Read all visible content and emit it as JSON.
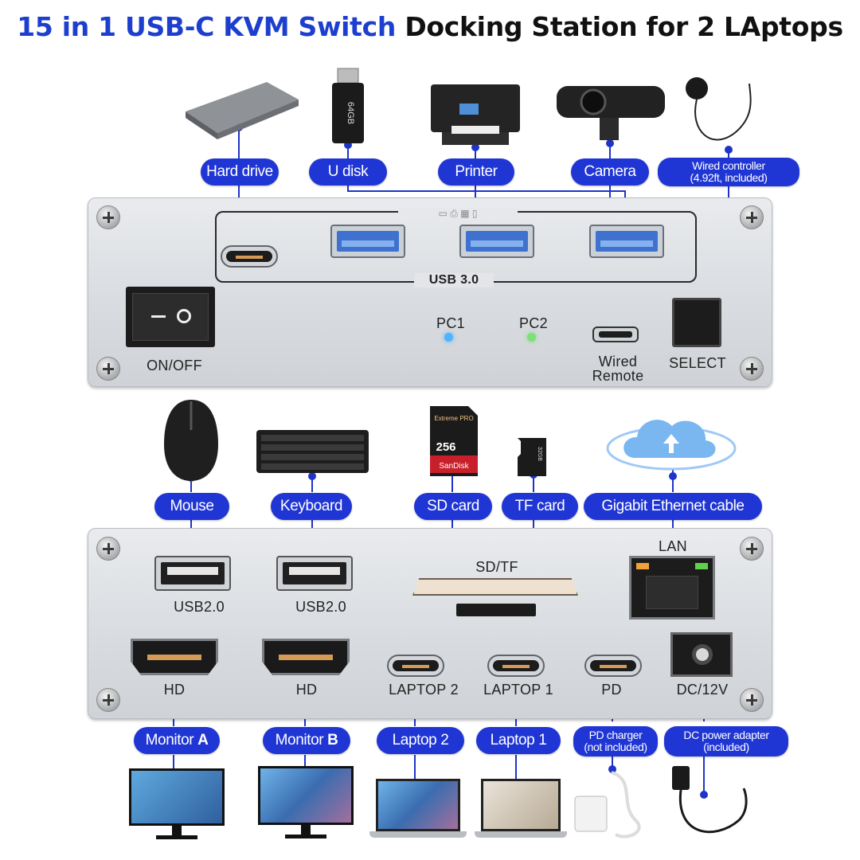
{
  "title": {
    "part1": "15 in 1 USB-C KVM Switch",
    "part2": "Docking Station for 2 LAptops"
  },
  "top_labels": {
    "hard_drive": "Hard drive",
    "u_disk": "U disk",
    "printer": "Printer",
    "camera": "Camera",
    "wired_controller_line1": "Wired controller",
    "wired_controller_line2": "(4.92ft, included)"
  },
  "top_panel": {
    "usb_group": "USB 3.0",
    "on_off": "ON/OFF",
    "pc1": "PC1",
    "pc2": "PC2",
    "wired_remote_line1": "Wired",
    "wired_remote_line2": "Remote",
    "select": "SELECT"
  },
  "middle_labels": {
    "mouse": "Mouse",
    "keyboard": "Keyboard",
    "sd_card": "SD card",
    "tf_card": "TF card",
    "ethernet": "Gigabit Ethernet cable"
  },
  "bottom_panel": {
    "usb2_1": "USB2.0",
    "usb2_2": "USB2.0",
    "sdtf": "SD/TF",
    "lan": "LAN",
    "hd_1": "HD",
    "hd_2": "HD",
    "laptop2_port": "LAPTOP 2",
    "laptop1_port": "LAPTOP 1",
    "pd_port": "PD",
    "dc_port": "DC/12V"
  },
  "bottom_labels": {
    "monitor_a": "Monitor",
    "monitor_a_letter": "A",
    "monitor_b": "Monitor",
    "monitor_b_letter": "B",
    "laptop2": "Laptop 2",
    "laptop1": "Laptop 1",
    "pd_charger_line1": "PD charger",
    "pd_charger_line2": "(not included)",
    "dc_adapter_line1": "DC power adapter",
    "dc_adapter_line2": "(included)"
  },
  "device_text": {
    "udisk_capacity": "64GB",
    "sd_brand": "SanDisk",
    "sd_series": "Extreme PRO",
    "sd_capacity": "256",
    "tf_capacity": "32GB"
  },
  "colors": {
    "accent_blue": "#2036d4",
    "title_blue": "#1d3fcf",
    "pc1_led": "#4fb3ff",
    "pc2_led": "#7fe07a"
  }
}
